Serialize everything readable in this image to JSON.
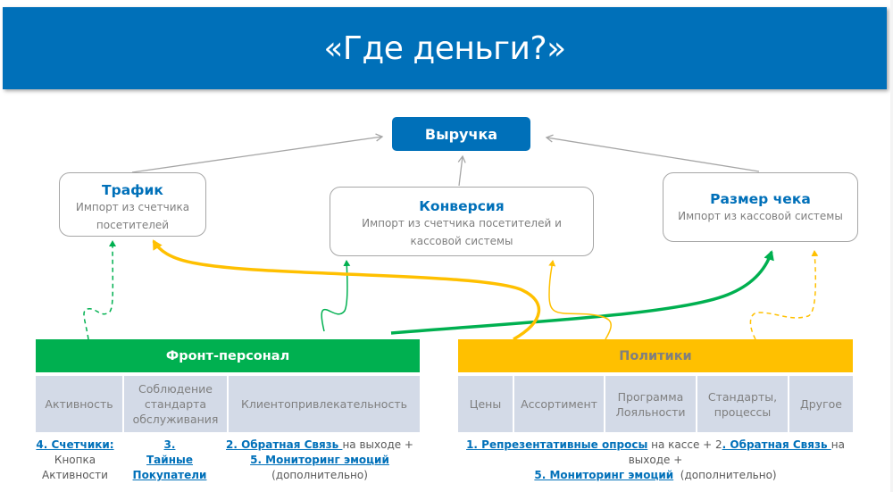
{
  "slide": {
    "title": "«Где деньги?»"
  },
  "revenue": {
    "label": "Выручка"
  },
  "kpis": [
    {
      "title": "Трафик",
      "line1": "Импорт из счетчика",
      "line2": "посетителей"
    },
    {
      "title": "Конверсия",
      "line1": "Импорт из счетчика посетителей и",
      "line2": "кассовой системы"
    },
    {
      "title": "Размер чека",
      "line1": "Импорт из кассовой системы"
    }
  ],
  "groups": {
    "front": {
      "title": "Фронт-персонал",
      "color": "#00b050",
      "cells": [
        {
          "lines": [
            "Активность"
          ]
        },
        {
          "lines": [
            "Соблюдение",
            "стандарта",
            "обслуживания"
          ]
        },
        {
          "lines": [
            "Клиентопривлекательность"
          ]
        }
      ]
    },
    "policy": {
      "title": "Политики",
      "color": "#ffc000",
      "cells": [
        {
          "lines": [
            "Цены"
          ]
        },
        {
          "lines": [
            "Ассортимент"
          ]
        },
        {
          "lines": [
            "Программа",
            "Лояльности"
          ]
        },
        {
          "lines": [
            "Стандарты,",
            "процессы"
          ]
        },
        {
          "lines": [
            "Другое"
          ]
        }
      ]
    }
  },
  "footnotes": {
    "counters": {
      "link": "4. Счетчики:",
      "line2": "Кнопка",
      "line3": "Активности"
    },
    "mystery": {
      "link1": "3.",
      "link2": "Тайные",
      "link3": "Покупатели"
    },
    "feedback_front": {
      "link1": "2. Обратная Связь ",
      "text1": "на выходе +",
      "link2": "5. Мониторинг эмоций",
      "text2": "(дополнительно)"
    },
    "policy": {
      "link1": "1. Репрезентативные опросы",
      "text1": " на кассе + 2",
      "link2": ". Обратная Связь ",
      "text2": "на выходе +",
      "link3": "5. Мониторинг эмоций",
      "text3": "  (дополнительно)"
    }
  },
  "colors": {
    "brand_blue": "#0070b9",
    "green": "#00b050",
    "yellow": "#ffc000",
    "cell_bg": "#d3dae7",
    "connector_gray": "#a6a6a6"
  }
}
